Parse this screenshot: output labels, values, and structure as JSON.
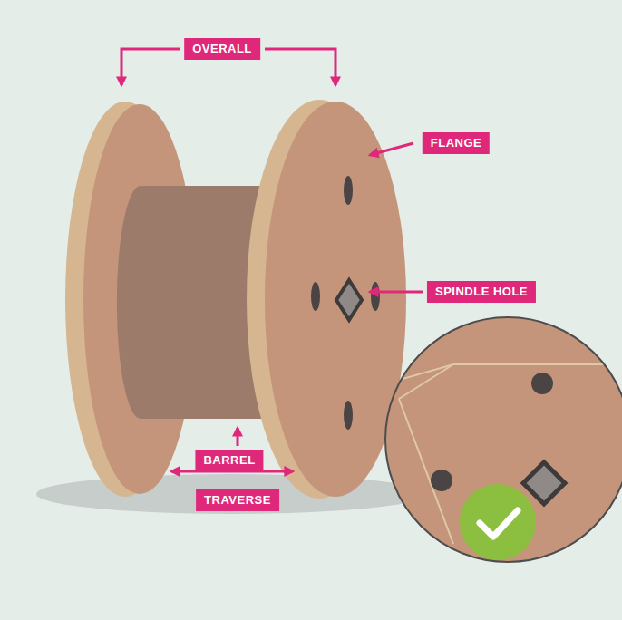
{
  "diagram": {
    "labels": [
      "OVERALL",
      "FLANGE",
      "SPINDLE HOLE",
      "BARREL",
      "TRAVERSE"
    ]
  }
}
